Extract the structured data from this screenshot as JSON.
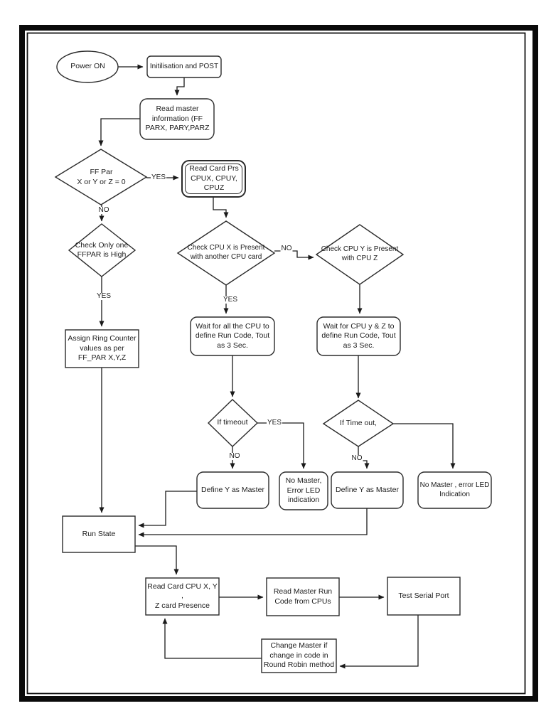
{
  "diagram": {
    "nodes": {
      "power_on": "Power ON",
      "init_post": "Initilisation and POST",
      "read_master_info": "Read master\ninformation (FF\nPARX,  PARY,PARZ",
      "ff_par": "FF Par\nX or Y or Z = 0",
      "read_card_prs": "Read Card Prs\nCPUX, CPUY,\nCPUZ",
      "check_only_one": "Check Only one\nFFPAR is High",
      "check_cpu_x": "Check CPU X is Present\nwith another CPU card",
      "check_cpu_y": "Check CPU Y is Present\nwith CPU Z",
      "wait_all_cpu": "Wait for all the CPU to\ndefine Run Code, Tout\nas 3 Sec.",
      "wait_cpu_yz": "Wait for CPU y & Z to\ndefine Run Code, Tout\nas 3 Sec.",
      "if_timeout": "If timeout",
      "if_time_out": "If Time out,",
      "define_y_master_left": "Define Y as Master",
      "no_master_error_led": "No Master,\nError LED\nindication",
      "define_y_master_right": "Define Y as Master",
      "no_master_error_led_2": "No Master , error LED\nIndication",
      "assign_ring_counter": "Assign Ring Counter\nvalues as per\nFF_PAR X,Y,Z",
      "run_state": "Run State",
      "read_card_cpu_xyz": "Read Card CPU X, Y ,\nZ card Presence",
      "read_master_run_code": "Read Master Run\nCode from CPUs",
      "test_serial_port": "Test Serial Port",
      "change_master": "Change Master if\nchange in code in\nRound Robin method"
    },
    "edge_labels": {
      "ff_par_yes": "YES",
      "ff_par_no": "NO",
      "check_only_yes": "YES",
      "check_cpu_x_no": "NO",
      "check_cpu_x_yes": "YES",
      "if_timeout_yes": "YES",
      "if_timeout_no": "NO",
      "if_time_out_no": "NO"
    },
    "colors": {
      "stroke": "#1f1f1f",
      "fill": "#ffffff",
      "frame": "#0a0a0a"
    }
  }
}
